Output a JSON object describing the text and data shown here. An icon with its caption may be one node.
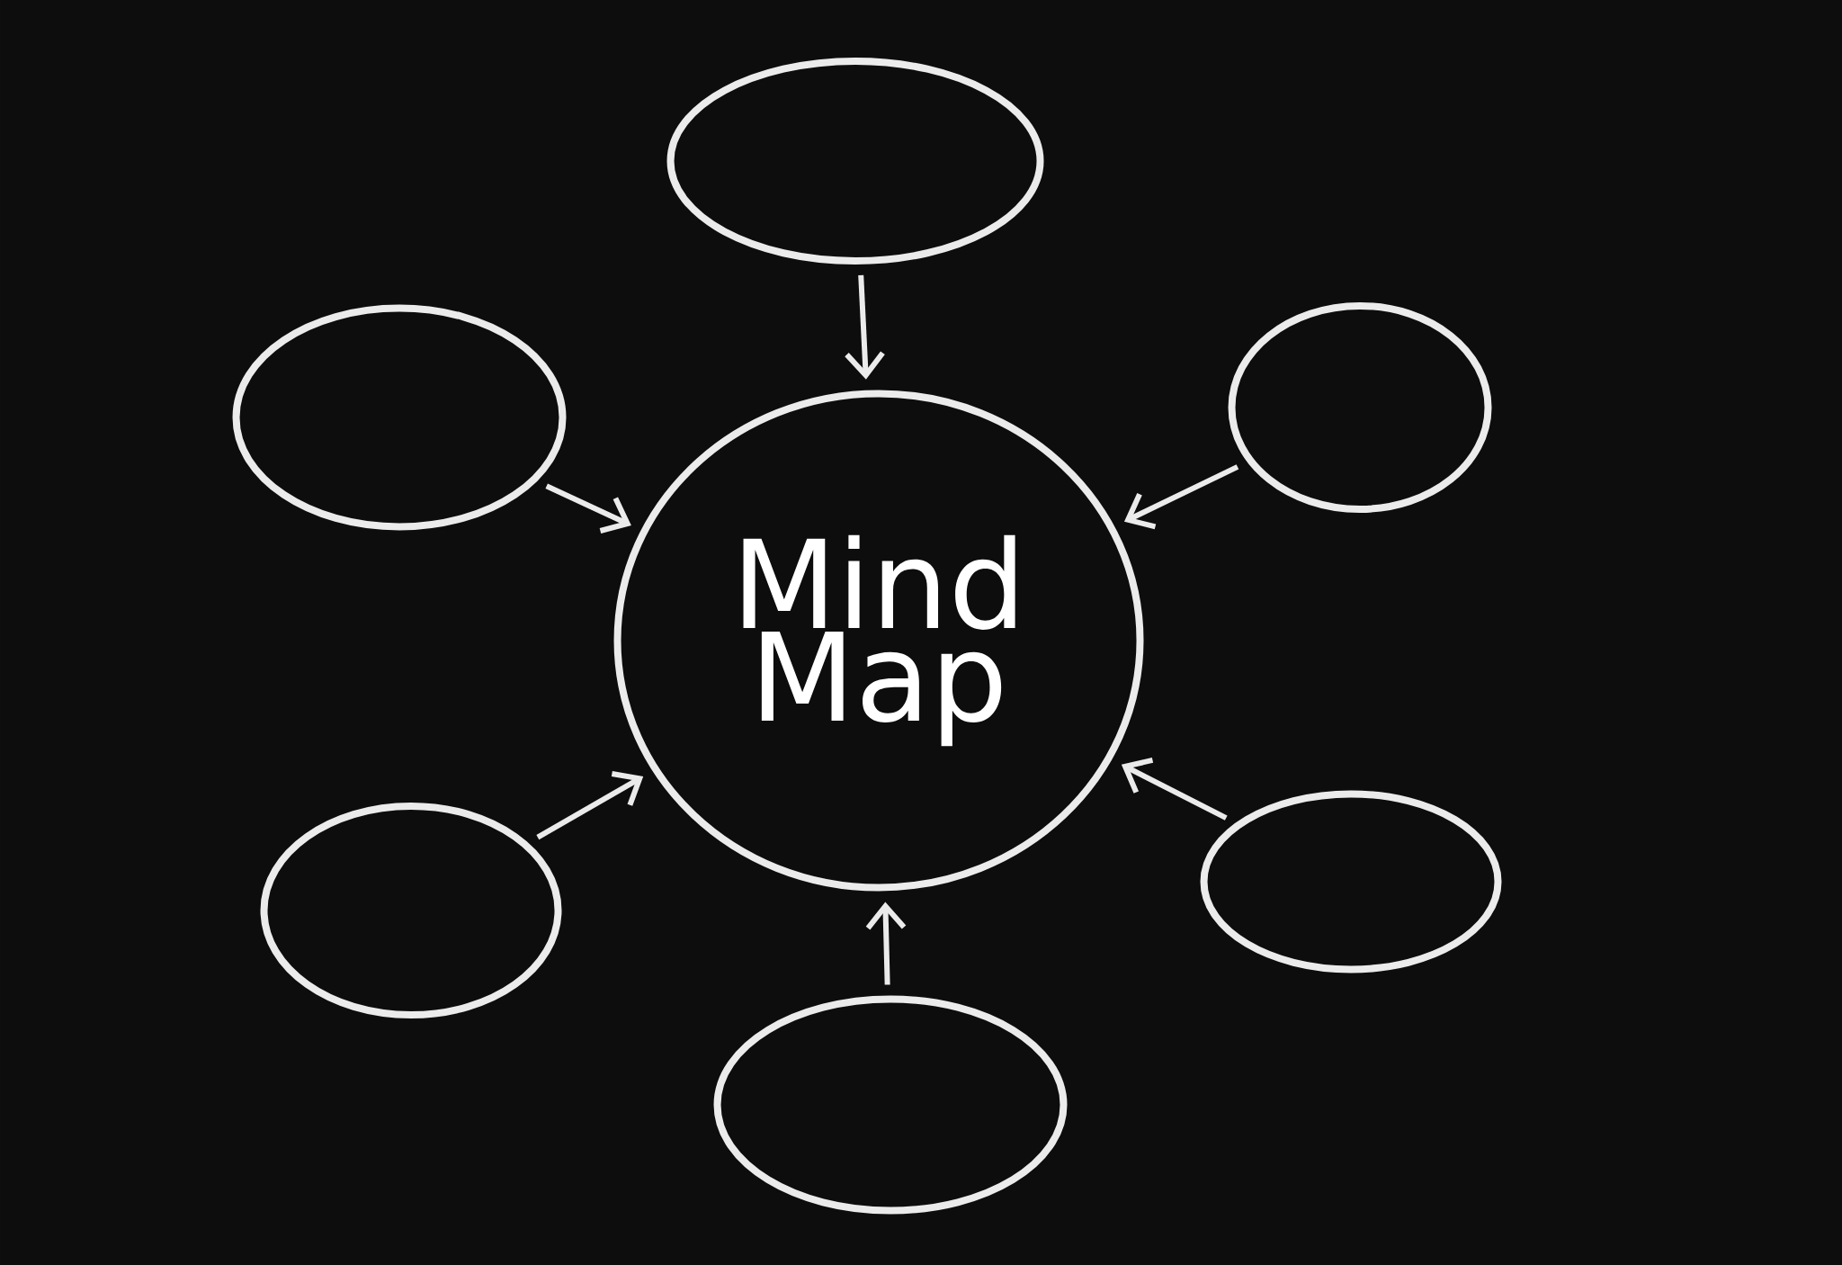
{
  "diagram": {
    "nodes": [
      {
        "text": [
          "Mind Map"
        ]
      },
      {
        "text": [],
        "shape": "circle"
      },
      {
        "text": [],
        "shape": "circle"
      },
      {
        "text": [],
        "shape": "circle"
      },
      {
        "text": [],
        "shape": "circle"
      },
      {
        "text": [],
        "shape": "circle"
      },
      {
        "text": [],
        "shape": "circle"
      }
    ],
    "edges": [
      {
        "from": 1,
        "to": 0,
        "arrow": "to"
      },
      {
        "from": 2,
        "to": 0,
        "arrow": "to"
      },
      {
        "from": 3,
        "to": 0,
        "arrow": "to"
      },
      {
        "from": 4,
        "to": 0,
        "arrow": "to"
      },
      {
        "from": 5,
        "to": 0,
        "arrow": "to"
      },
      {
        "from": 6,
        "to": 0,
        "arrow": "to"
      }
    ]
  }
}
